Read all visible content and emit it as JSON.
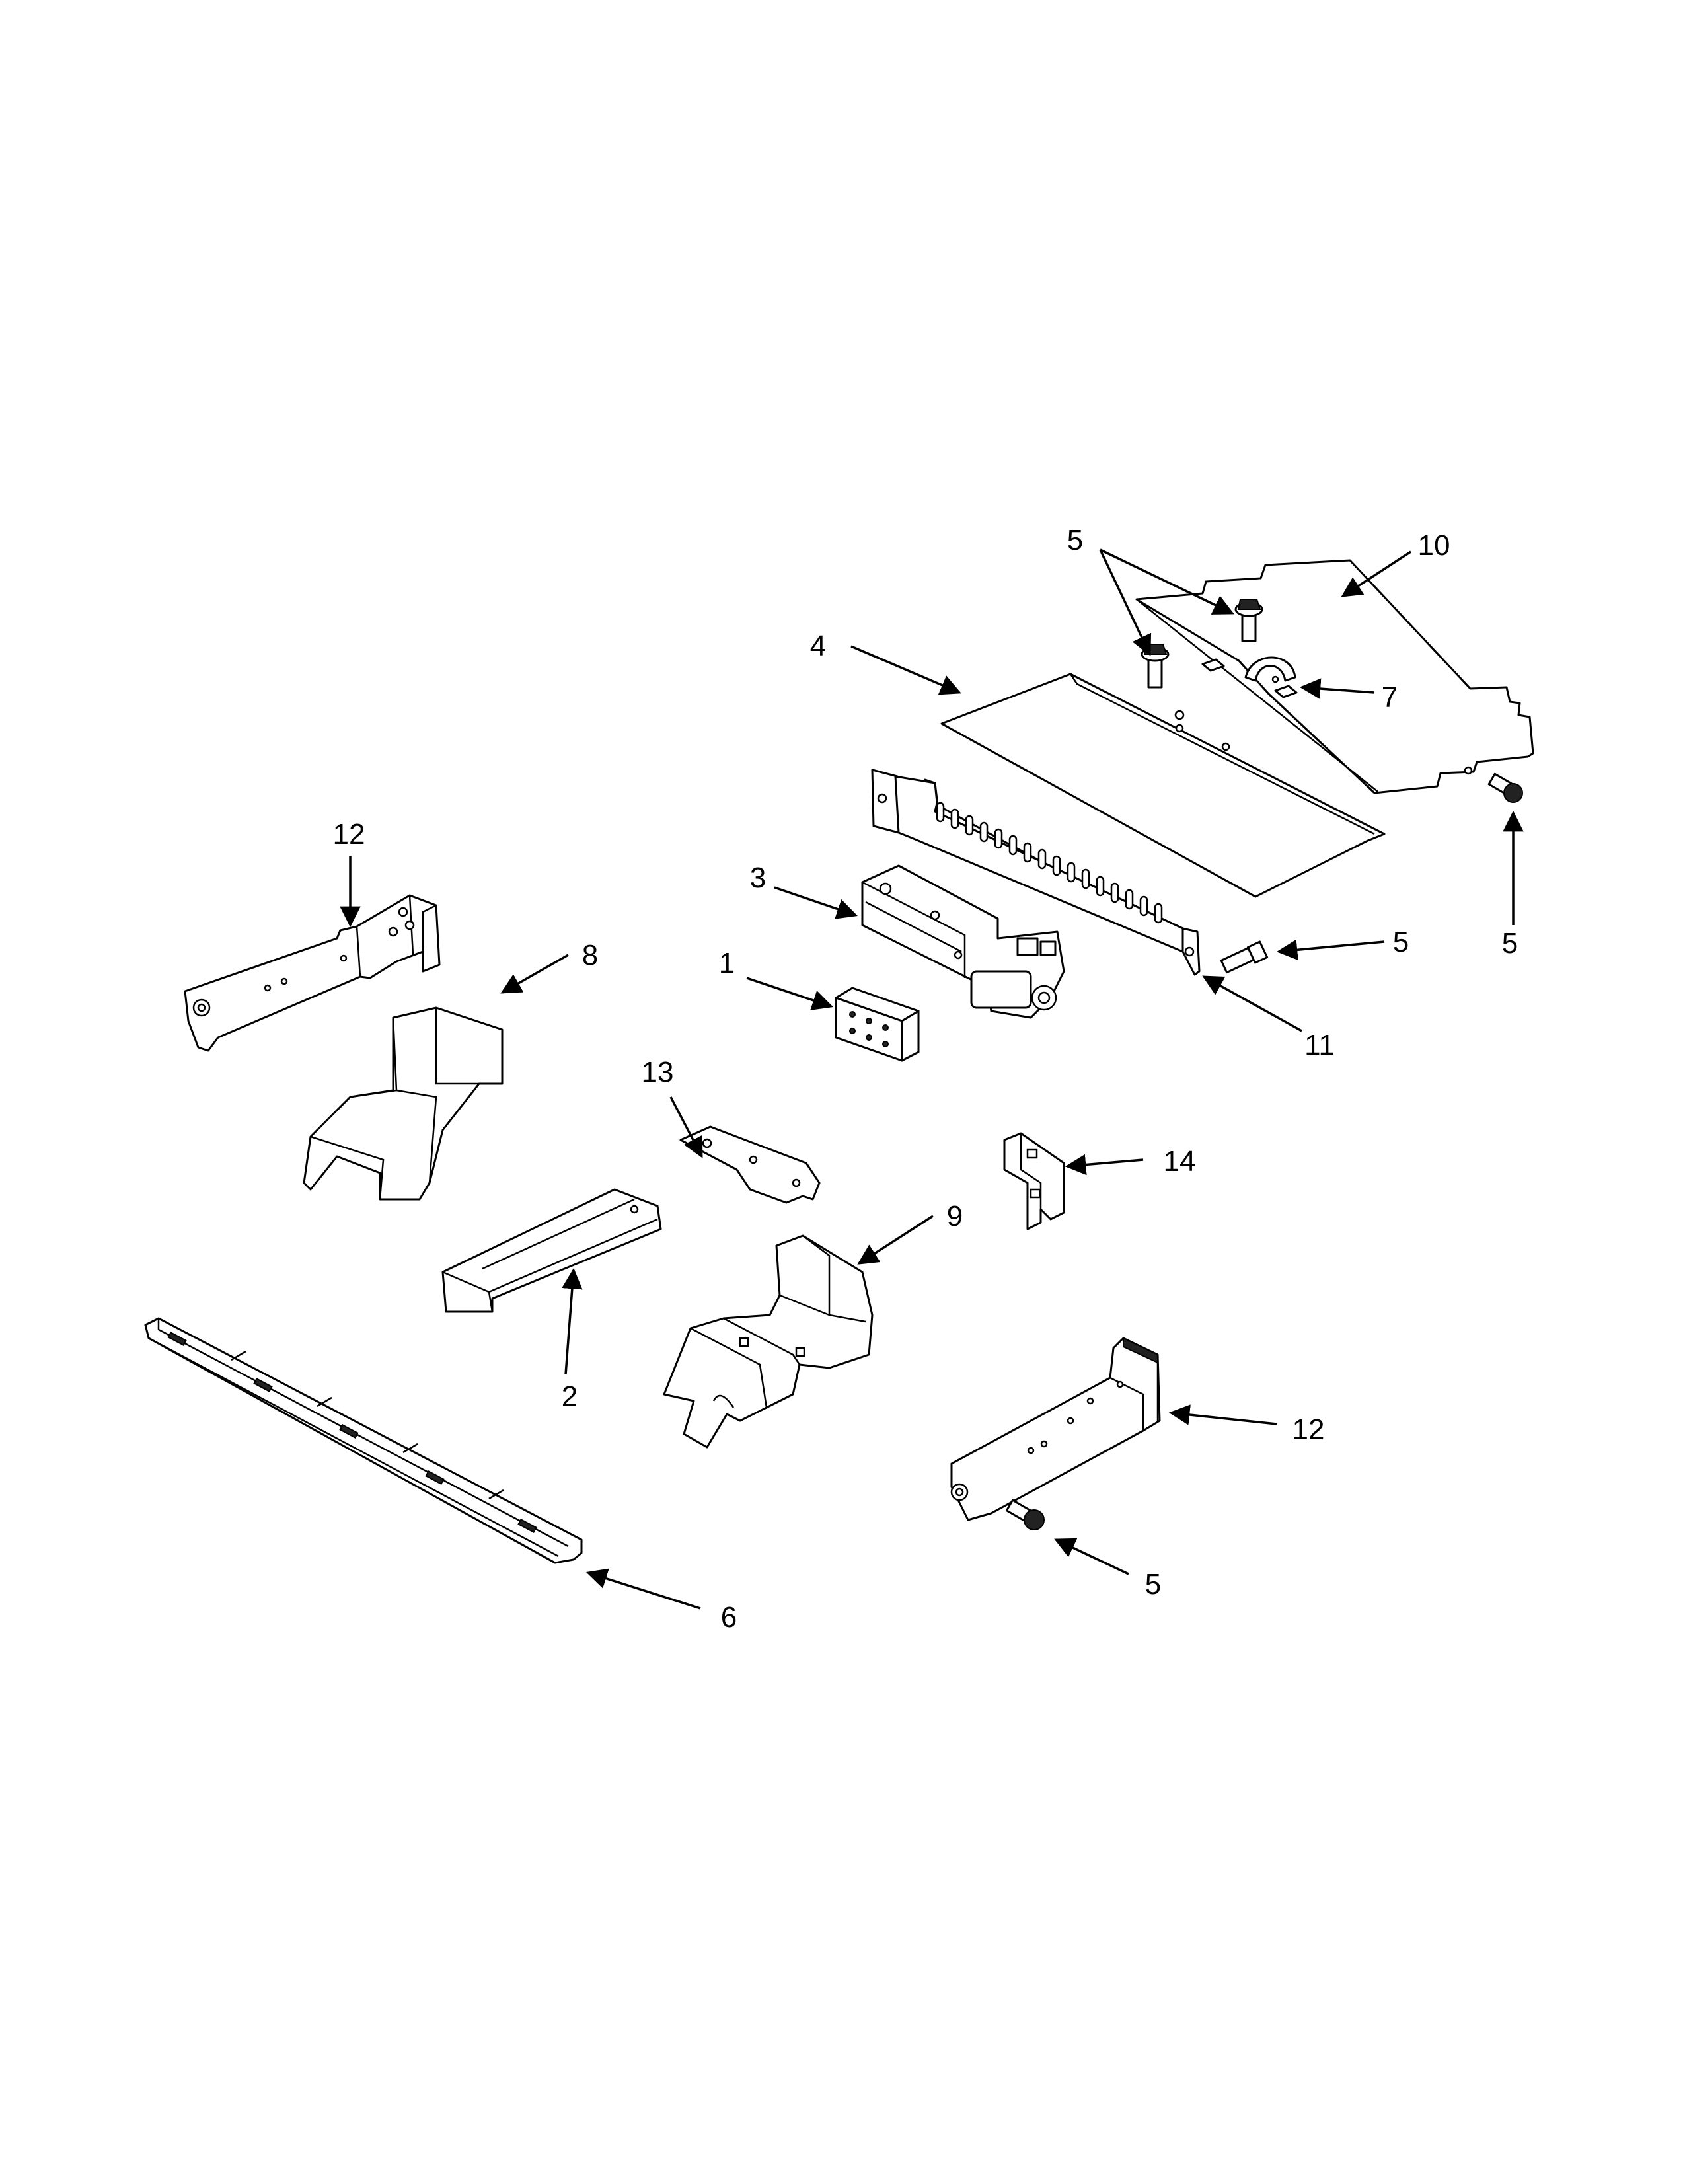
{
  "diagram": {
    "callouts": {
      "c1": "1",
      "c2": "2",
      "c3": "3",
      "c4": "4",
      "c5a": "5",
      "c5b": "5",
      "c5c": "5",
      "c5d": "5",
      "c6": "6",
      "c7": "7",
      "c8": "8",
      "c9": "9",
      "c10": "10",
      "c11": "11",
      "c12a": "12",
      "c12b": "12",
      "c13": "13",
      "c14": "14"
    }
  }
}
